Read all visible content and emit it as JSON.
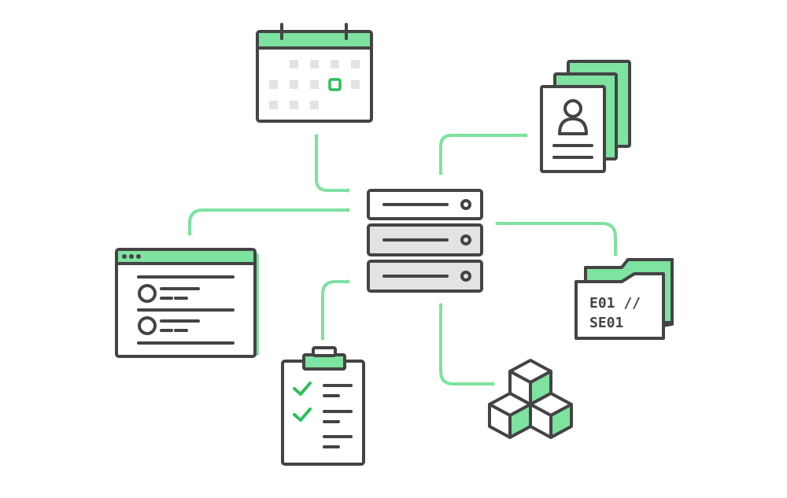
{
  "colors": {
    "accent": "#7ee2a0",
    "accent_strong": "#2dbf59",
    "stroke": "#444444",
    "fill_light": "#ffffff",
    "fill_gray": "#e3e3e3"
  },
  "hub": {
    "icon": "server-rack-icon"
  },
  "nodes": [
    {
      "name": "calendar",
      "icon": "calendar-icon"
    },
    {
      "name": "contact-cards",
      "icon": "contact-cards-icon"
    },
    {
      "name": "browser-window",
      "icon": "browser-list-window-icon"
    },
    {
      "name": "folder",
      "icon": "folder-icon"
    },
    {
      "name": "clipboard",
      "icon": "clipboard-checklist-icon"
    },
    {
      "name": "cubes",
      "icon": "stacked-cubes-icon"
    }
  ],
  "folder": {
    "line1": "E01 //",
    "line2": "SE01"
  }
}
